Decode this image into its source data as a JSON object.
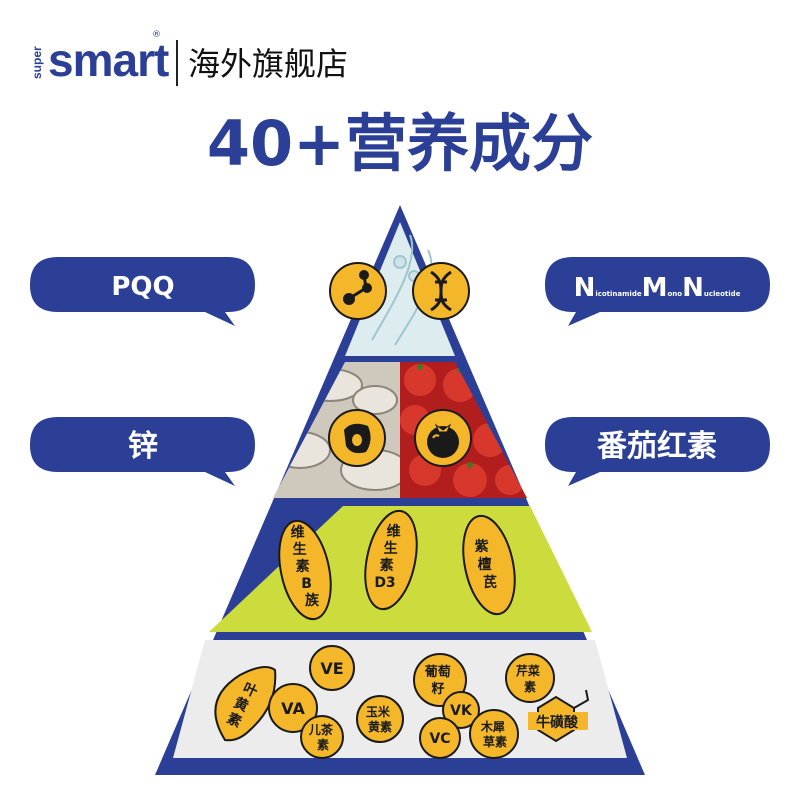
{
  "brand": {
    "super": "super",
    "smart": "smart",
    "registered": "®",
    "store": "海外旗舰店"
  },
  "headline": "40+营养成分",
  "callouts": {
    "pqq": "PQQ",
    "nmn": {
      "n1": "N",
      "n1_rest": "icotinamide",
      "m": "M",
      "m_rest": "ono",
      "n2": "N",
      "n2_rest": "ucleotide"
    },
    "zinc": "锌",
    "lycopene": "番茄红素"
  },
  "tier3": {
    "vitamin_b": [
      "维",
      "生",
      "素",
      "B",
      "族"
    ],
    "vitamin_d3": [
      "维",
      "生",
      "素",
      "D3"
    ],
    "pterostilbene": [
      "紫",
      "檀",
      "芪"
    ]
  },
  "tier4": {
    "lutein": [
      "叶",
      "黄",
      "素"
    ],
    "ve": "VE",
    "va": "VA",
    "catechin": [
      "儿茶",
      "素"
    ],
    "zeaxanthin": [
      "玉米",
      "黄素"
    ],
    "grape_seed": [
      "葡萄",
      "籽"
    ],
    "vk": "VK",
    "vc": "VC",
    "lignan": [
      "木犀",
      "草素"
    ],
    "apigenin": [
      "芹菜",
      "素"
    ],
    "taurine": "牛磺酸"
  },
  "icons": [
    "molecule-icon",
    "dna-icon",
    "oyster-icon",
    "tomato-icon"
  ],
  "colors": {
    "brand_blue": "#2b3f97",
    "yellow": "#f4b72a",
    "lime": "#cbdc3c",
    "light_gray": "#ececec"
  }
}
